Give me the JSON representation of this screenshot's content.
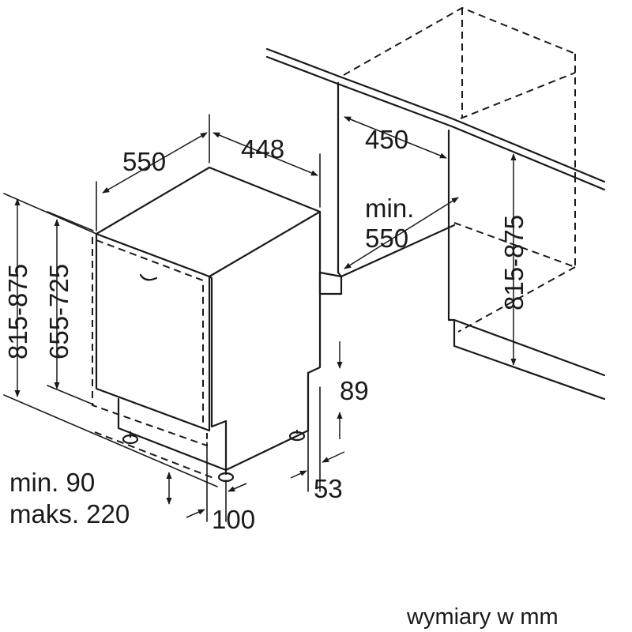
{
  "dimensions": {
    "depth": "550",
    "width": "448",
    "cabinet_depth": "450",
    "min_depth_label": "min.",
    "min_depth_value": "550",
    "height_range_left": "815-875",
    "door_height_range": "655-725",
    "height_range_right": "815-875",
    "plinth_height": "89",
    "plinth_offset": "53",
    "plinth_min": "min. 90",
    "plinth_max": "maks. 220",
    "foot_distance": "100"
  },
  "units_note": "wymiary w mm",
  "icons": {
    "door_handle": "door-handle-icon",
    "arrowhead": "arrowhead-icon"
  },
  "colors": {
    "line": "#1a1a1a",
    "background": "#ffffff"
  }
}
